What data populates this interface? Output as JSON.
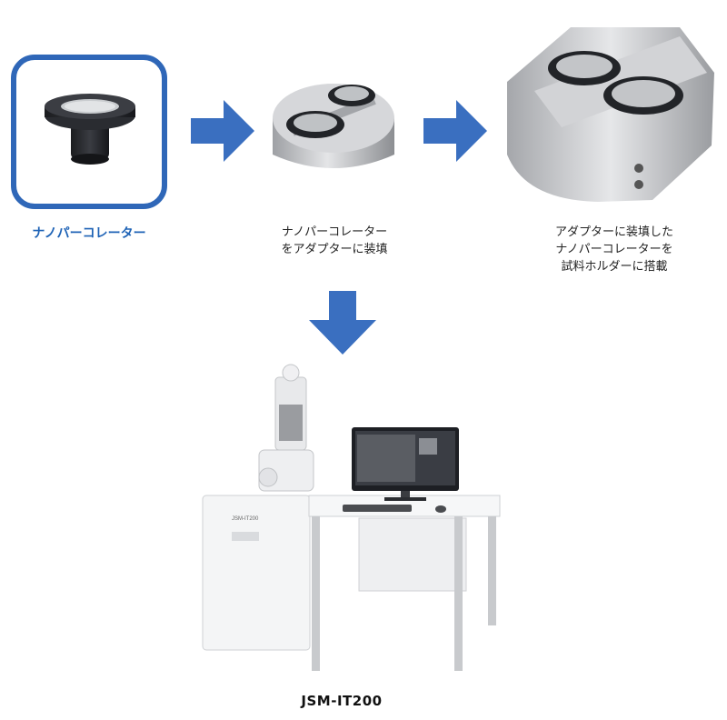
{
  "steps": [
    {
      "label": "ナノパーコレーター"
    },
    {
      "label_line1": "ナノパーコレーター",
      "label_line2": "をアダプターに装填"
    },
    {
      "label_line1": "アダプターに装填した",
      "label_line2": "ナノパーコレーターを",
      "label_line3": "試料ホルダーに搭載"
    }
  ],
  "instrument": {
    "model": "JSM-IT200",
    "panel_label": "JSM-IT200"
  },
  "colors": {
    "accent": "#2f67b8",
    "arrow": "#3a6fc0",
    "metal": "#c9c9cc"
  }
}
